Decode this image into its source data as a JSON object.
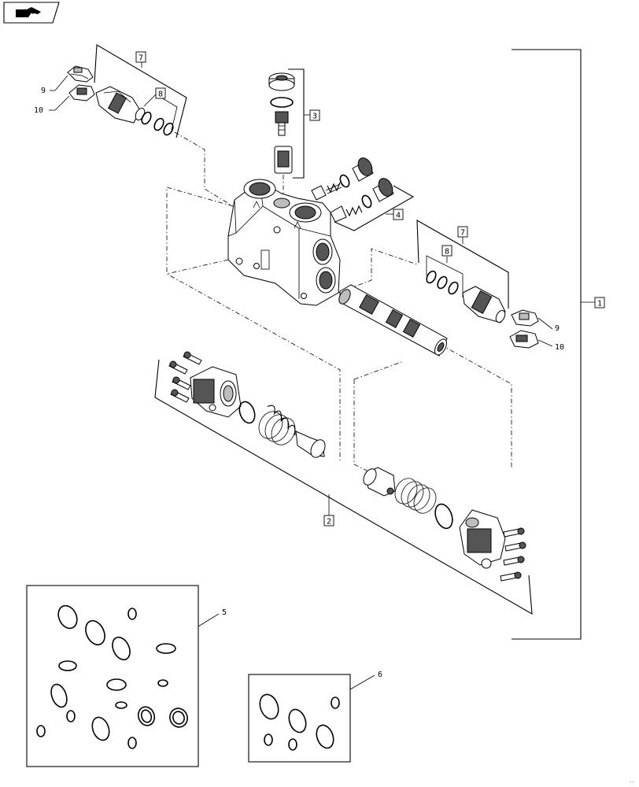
{
  "callouts": {
    "main_assembly": "1",
    "spring_assembly": "2",
    "plug_assembly": "3",
    "check_assembly": "4",
    "seal_kit_a": "5",
    "seal_kit_b": "6",
    "relief_valve": "7",
    "o_ring_set": "8",
    "cap": "9",
    "clip": "10"
  },
  "corner_mark": "..",
  "icons": {
    "nav": "hand-pointer-icon"
  }
}
